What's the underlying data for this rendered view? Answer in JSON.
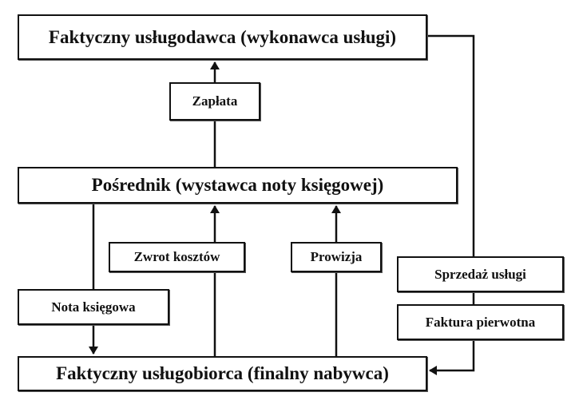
{
  "nodes": {
    "provider": "Faktyczny usługodawca (wykonawca usługi)",
    "intermediary": "Pośrednik (wystawca noty księgowej)",
    "recipient": "Faktyczny usługobiorca (finalny nabywca)"
  },
  "labels": {
    "payment": "Zapłata",
    "accounting_note": "Nota księgowa",
    "cost_refund": "Zwrot kosztów",
    "commission": "Prowizja",
    "service_sale": "Sprzedaż usługi",
    "original_invoice": "Faktura pierwotna"
  },
  "colors": {
    "line": "#111111",
    "background": "#ffffff"
  }
}
